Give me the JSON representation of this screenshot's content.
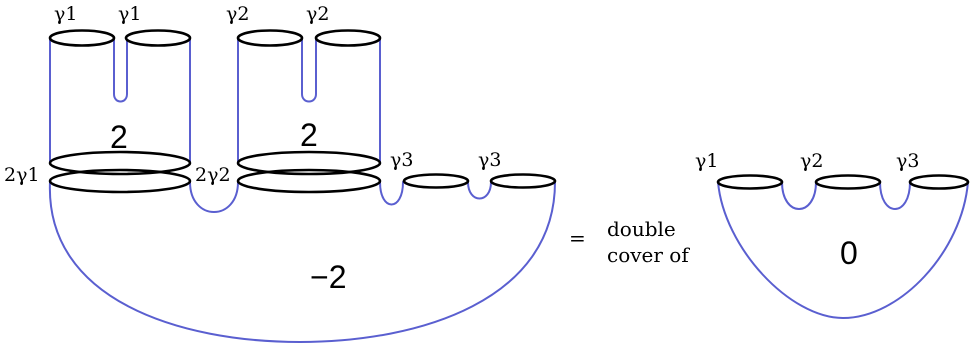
{
  "left": {
    "top_boundary_labels": [
      "γ1",
      "γ1",
      "γ2",
      "γ2"
    ],
    "waist_labels": [
      "2γ1",
      "2γ2"
    ],
    "right_boundary_labels": [
      "γ3",
      "γ3"
    ],
    "pants_weights": [
      "2",
      "2"
    ],
    "bottom_weight": "−2"
  },
  "relation": {
    "equals": "=",
    "text_line1": "double",
    "text_line2": "cover of"
  },
  "right": {
    "boundary_labels": [
      "γ1",
      "γ2",
      "γ3"
    ],
    "weight": "0"
  },
  "colors": {
    "surface_edge": "#5a5fd0",
    "boundary": "#000000"
  }
}
